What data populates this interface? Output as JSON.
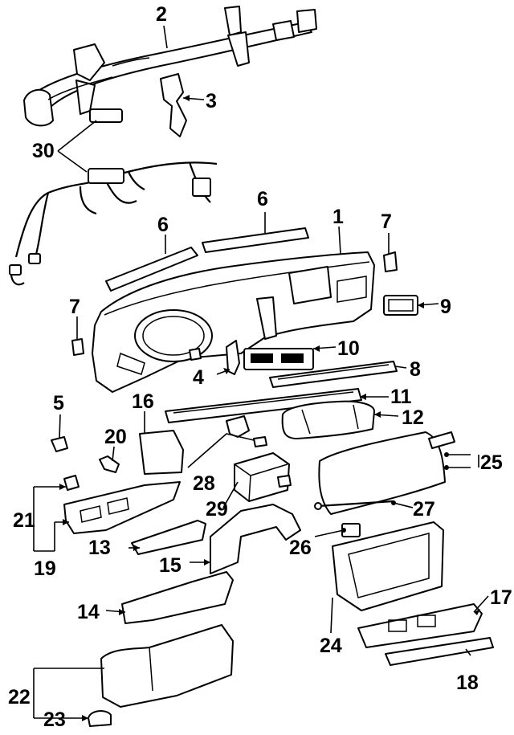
{
  "diagram": {
    "callouts": [
      {
        "id": "c1",
        "text": "1"
      },
      {
        "id": "c2",
        "text": "2"
      },
      {
        "id": "c3",
        "text": "3"
      },
      {
        "id": "c4",
        "text": "4"
      },
      {
        "id": "c5",
        "text": "5"
      },
      {
        "id": "c6a",
        "text": "6"
      },
      {
        "id": "c6b",
        "text": "6"
      },
      {
        "id": "c7a",
        "text": "7"
      },
      {
        "id": "c7b",
        "text": "7"
      },
      {
        "id": "c8",
        "text": "8"
      },
      {
        "id": "c9",
        "text": "9"
      },
      {
        "id": "c10",
        "text": "10"
      },
      {
        "id": "c11",
        "text": "11"
      },
      {
        "id": "c12",
        "text": "12"
      },
      {
        "id": "c13",
        "text": "13"
      },
      {
        "id": "c14",
        "text": "14"
      },
      {
        "id": "c15",
        "text": "15"
      },
      {
        "id": "c16",
        "text": "16"
      },
      {
        "id": "c17",
        "text": "17"
      },
      {
        "id": "c18",
        "text": "18"
      },
      {
        "id": "c19",
        "text": "19"
      },
      {
        "id": "c20",
        "text": "20"
      },
      {
        "id": "c21",
        "text": "21"
      },
      {
        "id": "c22",
        "text": "22"
      },
      {
        "id": "c23",
        "text": "23"
      },
      {
        "id": "c24",
        "text": "24"
      },
      {
        "id": "c25",
        "text": "25"
      },
      {
        "id": "c26",
        "text": "26"
      },
      {
        "id": "c27",
        "text": "27"
      },
      {
        "id": "c28",
        "text": "28"
      },
      {
        "id": "c29",
        "text": "29"
      },
      {
        "id": "c30",
        "text": "30"
      }
    ]
  }
}
